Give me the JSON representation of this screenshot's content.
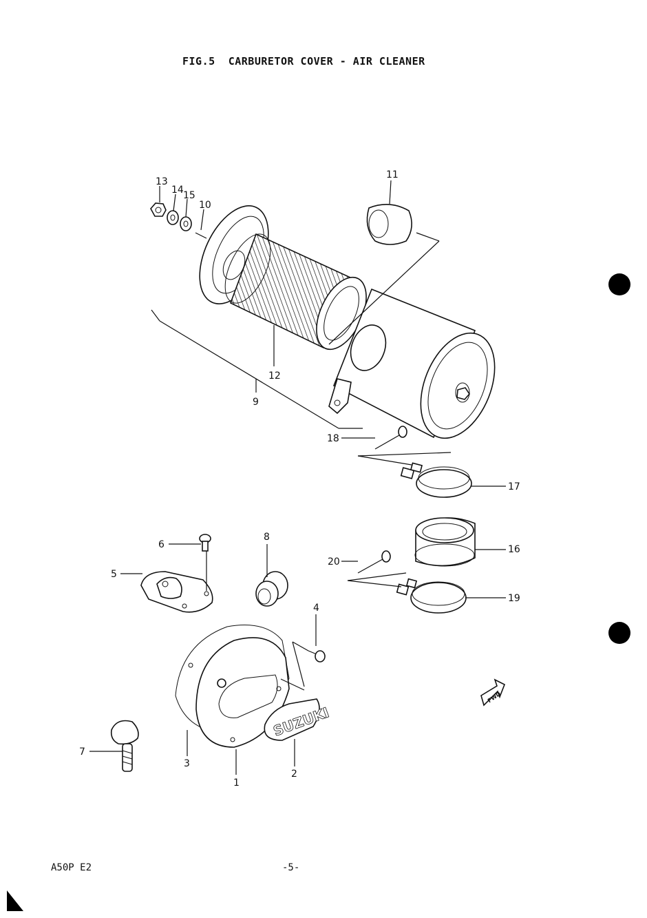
{
  "figure_title": "FIG.5  CARBURETOR COVER - AIR CLEANER",
  "footer": {
    "model_code": "A50P E2",
    "page_number": "-5-"
  },
  "emblem_text": "SUZUKI",
  "fwd_text": "FWD",
  "callouts": {
    "p1": "1",
    "p2": "2",
    "p3": "3",
    "p4": "4",
    "p5": "5",
    "p6": "6",
    "p7": "7",
    "p8": "8",
    "p9": "9",
    "p10": "10",
    "p11": "11",
    "p12": "12",
    "p13": "13",
    "p14": "14",
    "p15": "15",
    "p16": "16",
    "p17": "17",
    "p18": "18",
    "p19": "19",
    "p20": "20"
  }
}
